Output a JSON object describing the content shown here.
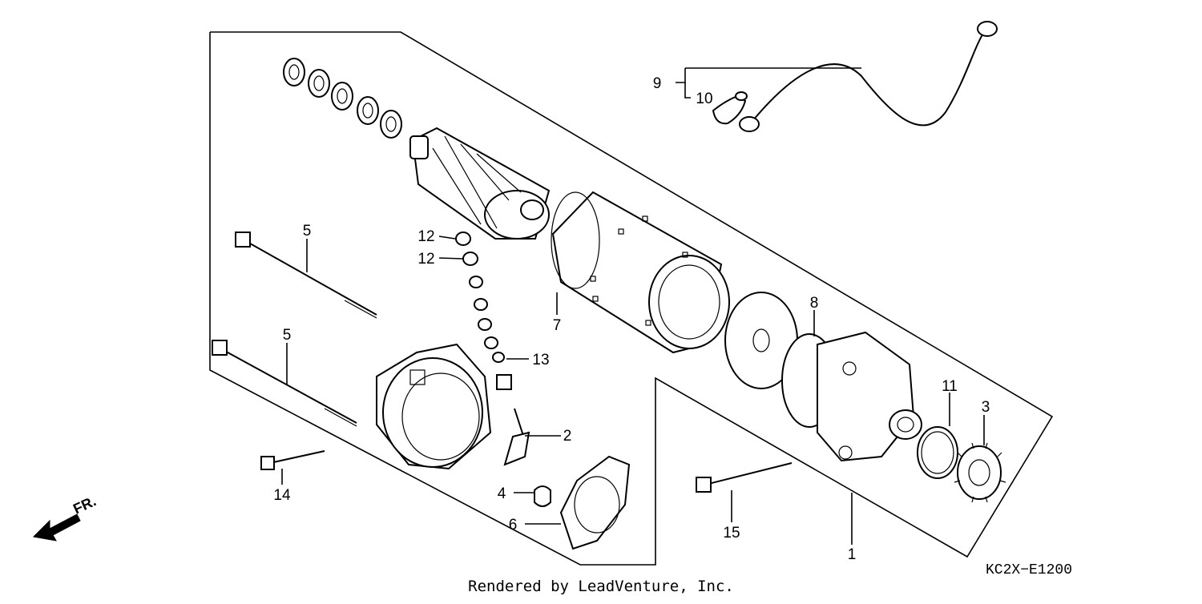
{
  "diagram": {
    "callouts": {
      "c1": "1",
      "c2": "2",
      "c3": "3",
      "c4": "4",
      "c5a": "5",
      "c5b": "5",
      "c6": "6",
      "c7": "7",
      "c8": "8",
      "c9": "9",
      "c10": "10",
      "c11": "11",
      "c12a": "12",
      "c12b": "12",
      "c13": "13",
      "c14": "14",
      "c15": "15"
    },
    "direction_label": "FR.",
    "diagram_code": "KC2X−E1200",
    "credit": "Rendered by LeadVenture, Inc."
  }
}
